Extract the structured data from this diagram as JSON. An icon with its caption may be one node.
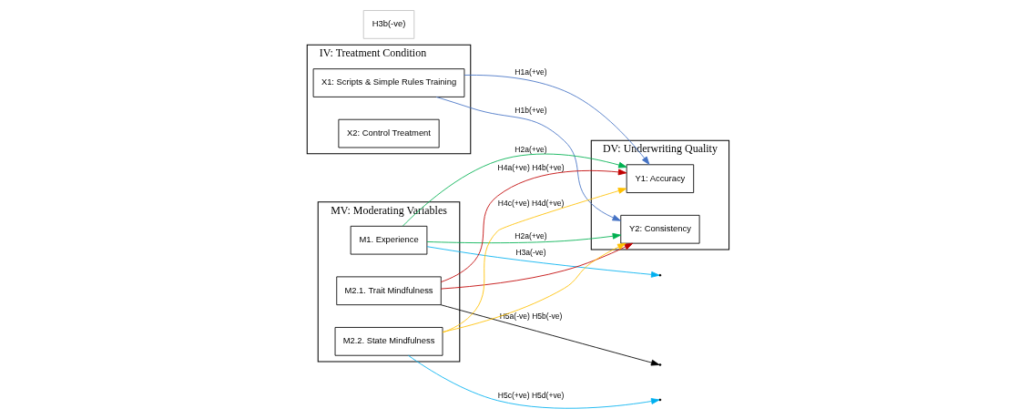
{
  "diagram": {
    "nodes": [
      {
        "text": [
          "IV: Treatment Condition"
        ]
      },
      {
        "text": [
          "X1: Scripts & Simple Rules Training"
        ],
        "in": 0
      },
      {
        "text": [
          "X2: Control Treatment"
        ],
        "in": 0
      },
      {
        "text": [
          "DV: Underwriting Quality"
        ]
      },
      {
        "text": [
          "Y1: Accuracy"
        ],
        "in": 3
      },
      {
        "text": [
          "Y2: Consistency"
        ],
        "in": 3
      },
      {
        "text": [
          "MV: Moderating Variables"
        ]
      },
      {
        "text": [
          "M1. Experience"
        ],
        "in": 6
      },
      {
        "text": [
          "M2.1. Trait Mindfulness"
        ],
        "in": 6
      },
      {
        "text": [
          "M2.2. State Mindfulness"
        ],
        "in": 6
      }
    ],
    "edges": [
      {
        "from": 1,
        "to": 4,
        "arrow": "to",
        "label": "H1a(+ve)",
        "color": "#4472c4"
      },
      {
        "from": 1,
        "to": 5,
        "arrow": "to",
        "label": "H1b(+ve)",
        "color": "#4472c4"
      },
      {
        "from": 7,
        "to": 4,
        "arrow": "to",
        "label": "H2a(+ve)",
        "color": "#00b050"
      },
      {
        "from": 7,
        "to": 5,
        "arrow": "to",
        "label": "H2a(+ve)",
        "color": "#00b050"
      },
      {
        "from": 7,
        "to": null,
        "arrow": "to",
        "label": "H3a(-ve)",
        "color": "#00b0f0"
      },
      {
        "from": 8,
        "to": null,
        "arrow": "to",
        "label": "H5a(-ve) H5b(-ve)",
        "color": "#000000"
      },
      {
        "from": 9,
        "to": null,
        "arrow": "to",
        "label": "H5c(+ve) H5d(+ve)",
        "color": "#00b0f0"
      },
      {
        "from": 8,
        "to": 4,
        "arrow": "to",
        "label": "H4a(+ve) H4b(+ve)",
        "color": "#c00000"
      },
      {
        "from": 8,
        "to": 5,
        "arrow": "to",
        "color": "#c00000"
      },
      {
        "from": 9,
        "to": 4,
        "arrow": "to",
        "label": "H4c(+ve) H4d(+ve)",
        "color": "#ffc000"
      },
      {
        "from": 9,
        "to": 5,
        "arrow": "to",
        "color": "#ffc000"
      }
    ],
    "labels": [
      "H3b(-ve)"
    ]
  }
}
